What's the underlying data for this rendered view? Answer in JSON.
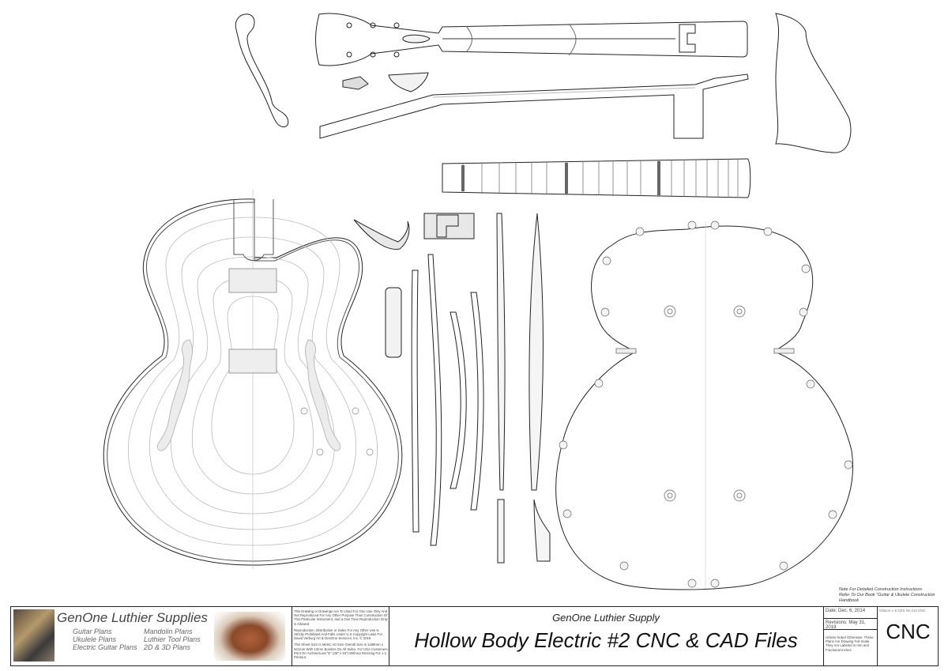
{
  "note": {
    "lines": [
      "Note For Detailed Construction Instructions",
      "Refer To Our Book \"Guitar & Ukulele Construction",
      "Handbook"
    ]
  },
  "title_block": {
    "brand": "GenOne Luthier Supplies",
    "plans_col1": [
      "Guitar Plans",
      "Ukulele Plans",
      "Electric Guitar Plans"
    ],
    "plans_col2": [
      "Mandolin Plans",
      "Luthier Tool Plans",
      "2D & 3D Plans"
    ],
    "legal": [
      "This Drawing or Drawings Are To Used For One Use Only And Not Reproduced For Any Other Purpose Than Construction Of This Particular Instrument, and a One Time Reproduction Only is Allowed",
      "Reproduction, Distribution or Sales For Any Other Use Is Strictly Prohibited And Falls Under U.S Copyright Laws For David Verburg Art & GenOne Services, Inc. © 2019",
      "This Sheet Size Is Metric A0 Size Overall Size is 1189mm x 841mm With 13mm Borders On All Sides. For USA Customers Print On Architectural \"E\" (36\" x 48\") Without Resizing For 1:1 Printout."
    ],
    "company": "GenOne Luthier Supply",
    "title": "Hollow Body Electric #2 CNC & CAD Files",
    "date": "Date: Dec. 6, 2014",
    "revisions": "Revisions: May 31, 2019",
    "sheet_ref": "Gibson L-5 CES No Cut CNC",
    "units_note": "Unless Noted Otherwise, These Plans Are Drawing Full Scale. They Are Labeled in mm and Fractional Inches",
    "stamp": "CNC"
  },
  "colors": {
    "line": "#222222",
    "faint": "#aaaaaa",
    "fill": "#e6e6e6"
  }
}
